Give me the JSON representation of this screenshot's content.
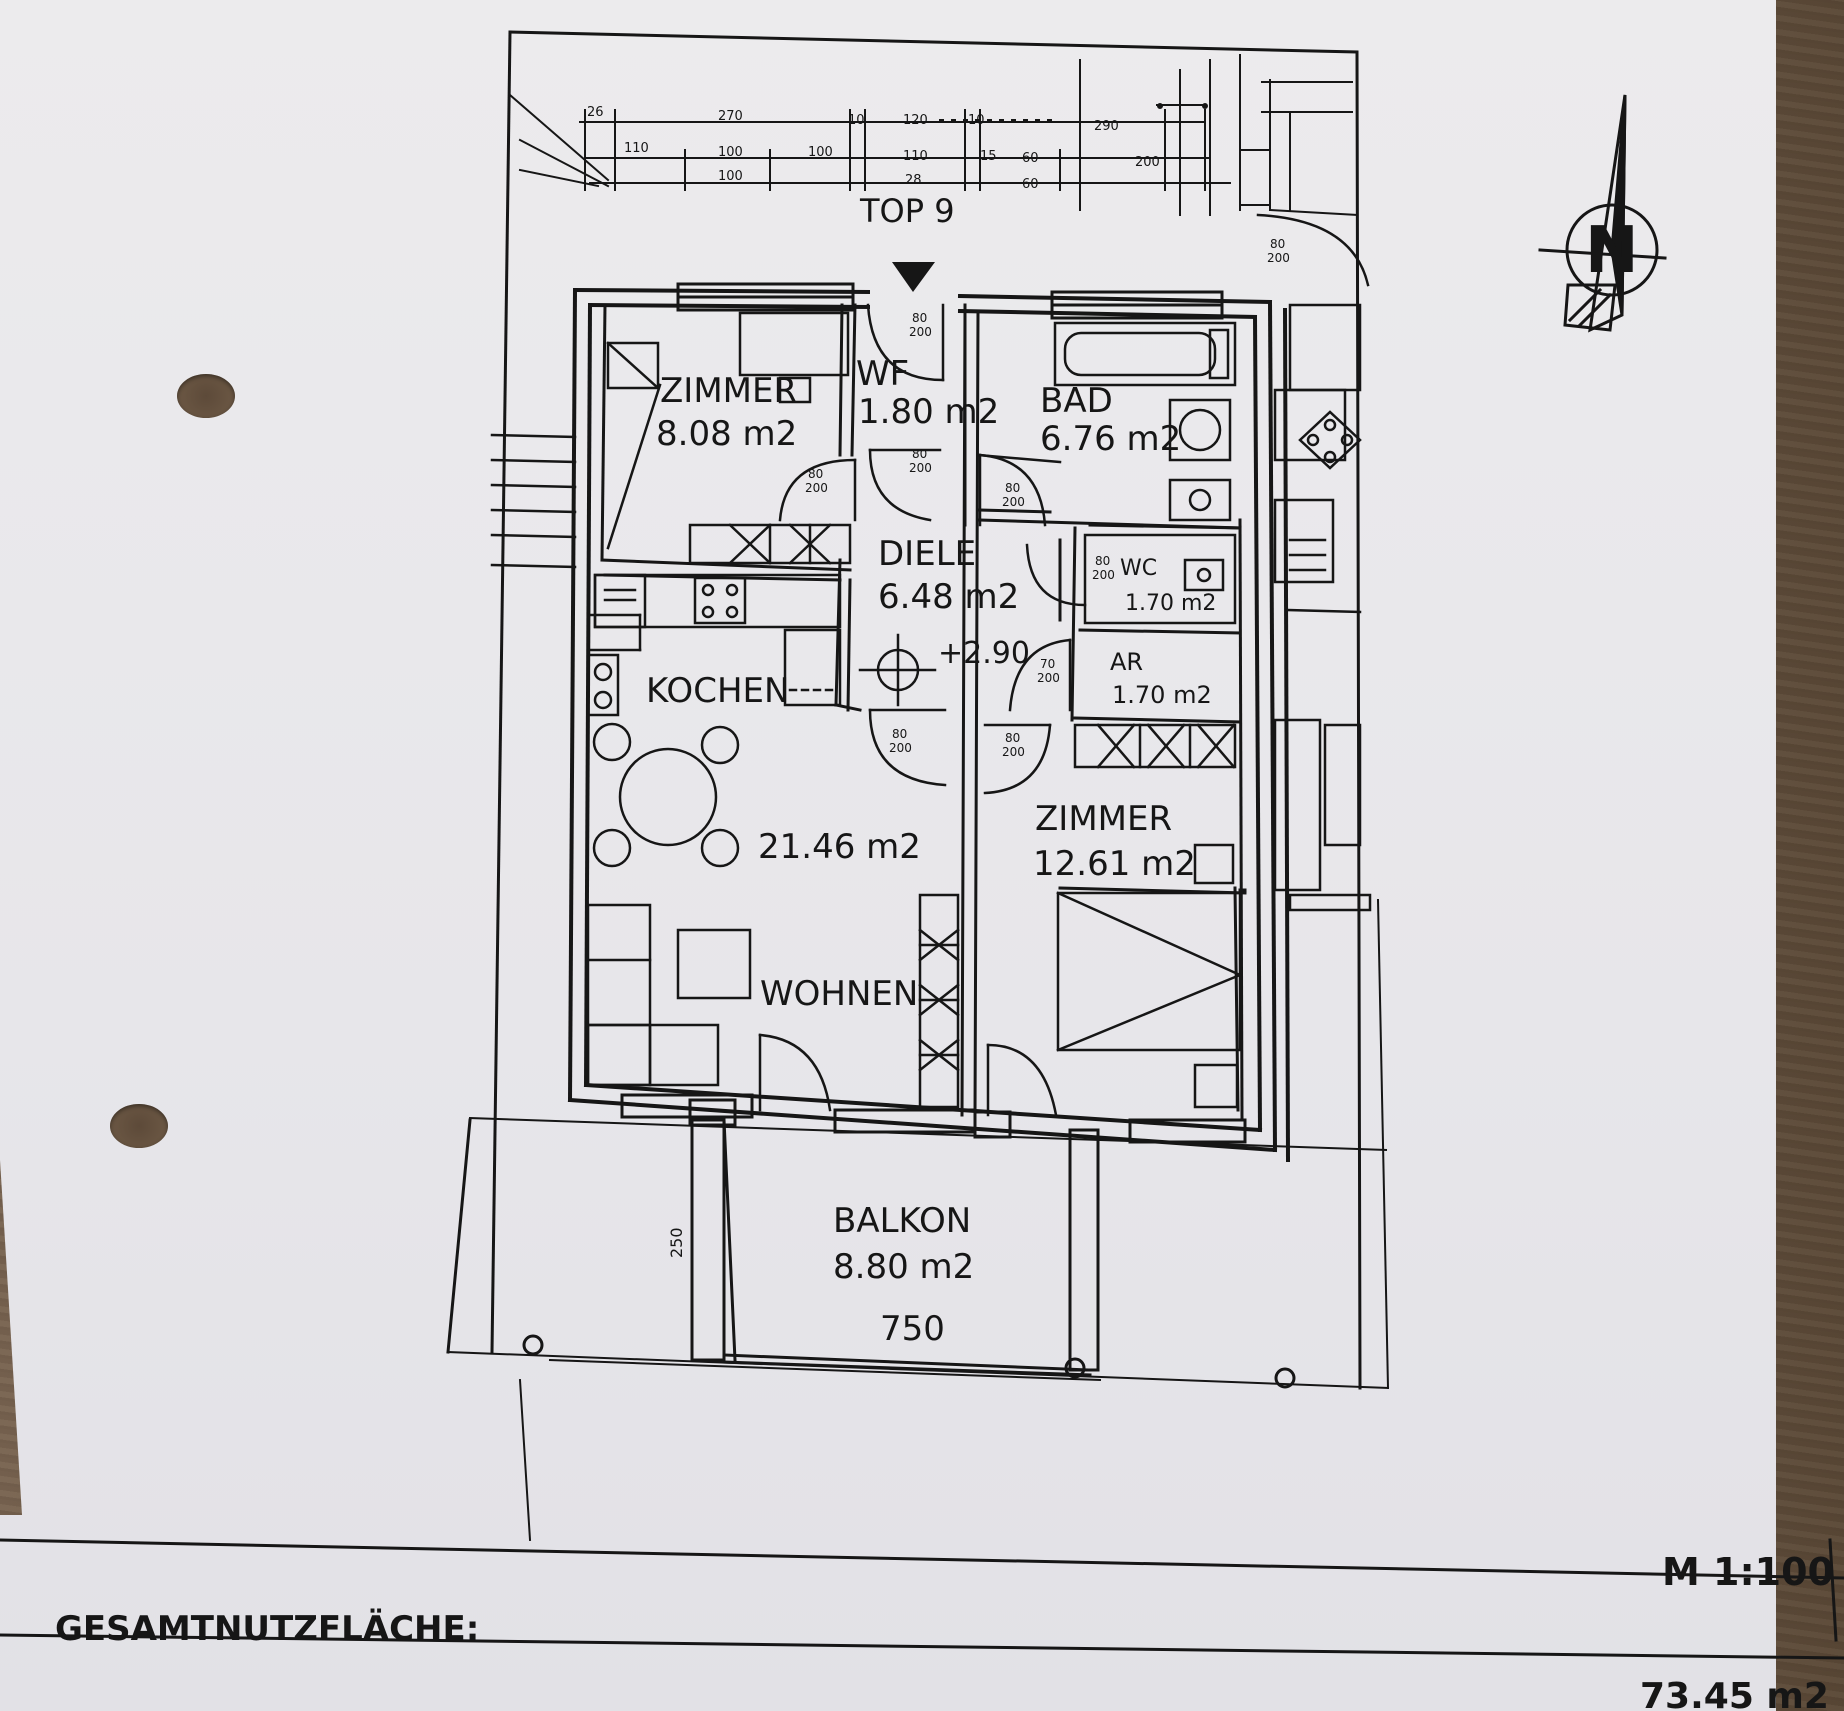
{
  "header": {
    "unit_label": "TOP 9"
  },
  "rooms": [
    {
      "id": "zimmer-1",
      "name": "ZIMMER",
      "area": "8.08 m2"
    },
    {
      "id": "wf",
      "name": "WF",
      "area": "1.80 m2"
    },
    {
      "id": "bad",
      "name": "BAD",
      "area": "6.76 m2"
    },
    {
      "id": "diele",
      "name": "DIELE",
      "area": "6.48 m2"
    },
    {
      "id": "wc",
      "name": "WC",
      "area": "1.70 m2"
    },
    {
      "id": "ar",
      "name": "AR",
      "area": "1.70 m2"
    },
    {
      "id": "kochen",
      "name": "KOCHEN",
      "area": ""
    },
    {
      "id": "wohnen",
      "name": "WOHNEN",
      "area": "21.46 m2"
    },
    {
      "id": "zimmer-2",
      "name": "ZIMMER",
      "area": "12.61 m2"
    },
    {
      "id": "balkon",
      "name": "BALKON",
      "area": "8.80 m2"
    }
  ],
  "level_mark": "+2.90",
  "dimensions": {
    "top_row": [
      "26",
      "270",
      "10",
      "120",
      "10",
      "290"
    ],
    "middle_row": [
      "110",
      "100",
      "100",
      "110",
      "15",
      "60",
      "200"
    ],
    "bottom_row": [
      "100",
      "28",
      "60"
    ],
    "balkon_width": "750",
    "balkon_depth": "250"
  },
  "door_labels": {
    "numerator": [
      "80",
      "80",
      "80",
      "80",
      "80",
      "70",
      "80",
      "80"
    ],
    "denominator": [
      "200",
      "200",
      "200",
      "200",
      "200",
      "200",
      "200",
      "200"
    ]
  },
  "compass": {
    "north_label": "N"
  },
  "footer": {
    "scale": "M 1:100",
    "total_label": "GESAMTNUTZFLÄCHE:",
    "total_value": "73.45 m2"
  },
  "colors": {
    "ink": "#161616",
    "paper": "#ecebed",
    "wood": "#6e5a47"
  }
}
